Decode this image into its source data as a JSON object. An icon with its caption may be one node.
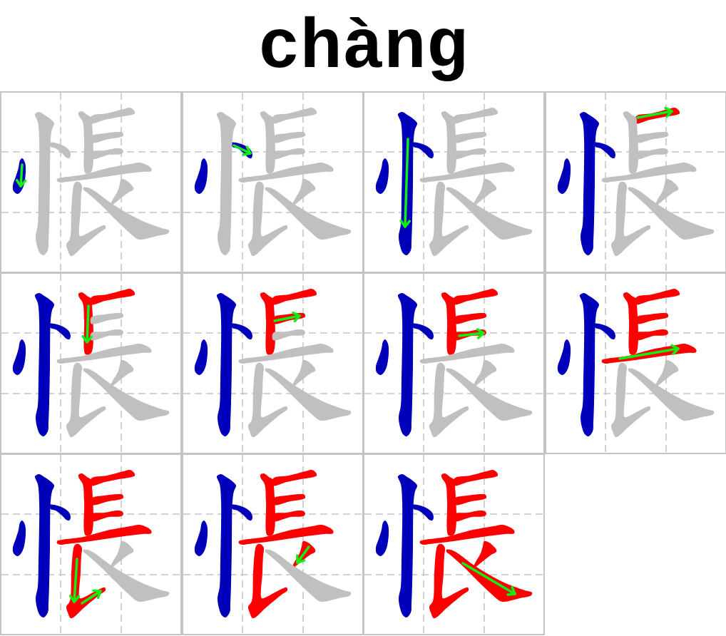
{
  "diagram": {
    "title": "chàng",
    "nodes": [
      {
        "text": [],
        "shape": "picture"
      },
      {
        "text": [],
        "shape": "picture"
      },
      {
        "text": [],
        "shape": "picture"
      },
      {
        "text": [],
        "shape": "picture"
      },
      {
        "text": [],
        "shape": "picture"
      },
      {
        "text": [],
        "shape": "picture"
      },
      {
        "text": [],
        "shape": "picture"
      },
      {
        "text": [],
        "shape": "picture"
      },
      {
        "text": [],
        "shape": "picture"
      },
      {
        "text": [],
        "shape": "picture"
      },
      {
        "text": [],
        "shape": "picture"
      }
    ]
  }
}
